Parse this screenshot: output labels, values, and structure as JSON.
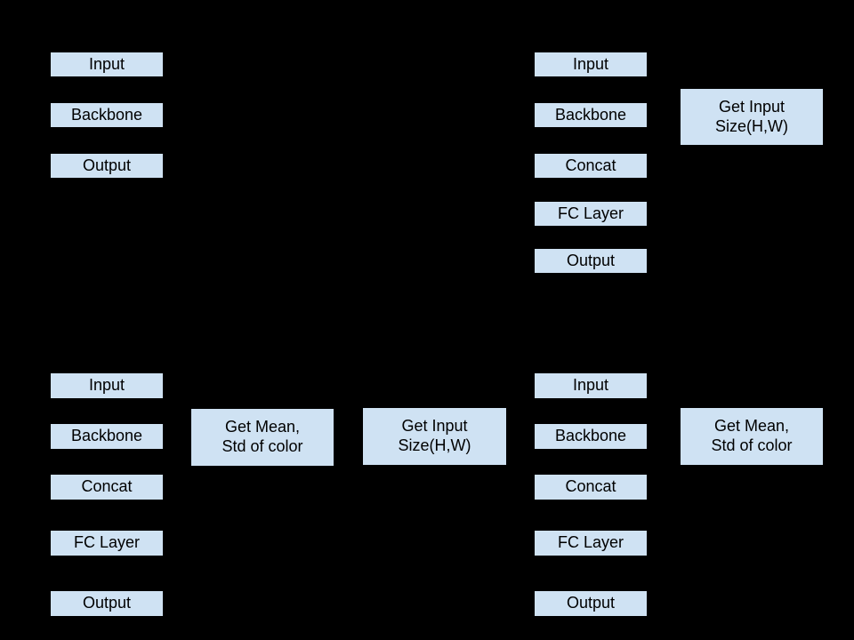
{
  "colors": {
    "background": "#000000",
    "box_fill": "#cfe2f3",
    "box_text": "#000000"
  },
  "diagrams": [
    {
      "name": "top-left-pipeline",
      "steps": [
        "Input",
        "Backbone",
        "Output"
      ],
      "helpers": []
    },
    {
      "name": "top-right-pipeline",
      "steps": [
        "Input",
        "Backbone",
        "Concat",
        "FC Layer",
        "Output"
      ],
      "helpers": [
        "Get Input\nSize(H,W)"
      ]
    },
    {
      "name": "bottom-left-pipeline",
      "steps": [
        "Input",
        "Backbone",
        "Concat",
        "FC Layer",
        "Output"
      ],
      "helpers": [
        "Get Mean,\nStd of color",
        "Get Input\nSize(H,W)"
      ]
    },
    {
      "name": "bottom-right-pipeline",
      "steps": [
        "Input",
        "Backbone",
        "Concat",
        "FC Layer",
        "Output"
      ],
      "helpers": [
        "Get Mean,\nStd of color"
      ]
    }
  ]
}
